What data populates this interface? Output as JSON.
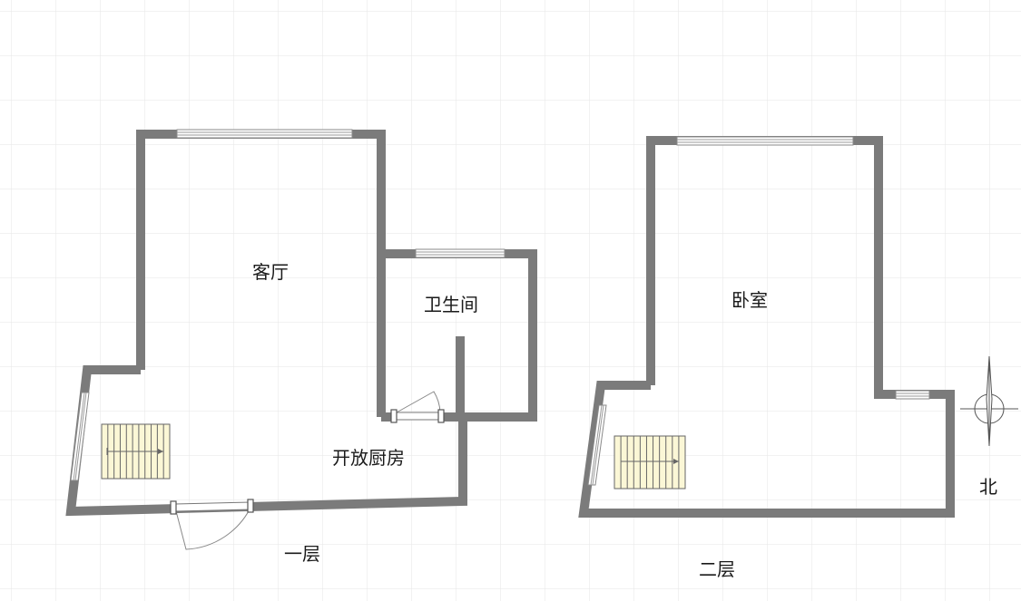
{
  "floors": [
    {
      "id": "floor-1",
      "label": "一层",
      "rooms": [
        {
          "id": "living-room",
          "label": "客厅"
        },
        {
          "id": "bathroom",
          "label": "卫生间"
        },
        {
          "id": "open-kitchen",
          "label": "开放厨房"
        }
      ]
    },
    {
      "id": "floor-2",
      "label": "二层",
      "rooms": [
        {
          "id": "bedroom",
          "label": "卧室"
        }
      ]
    }
  ],
  "compass": {
    "label": "北"
  },
  "colors": {
    "wall": "#7b7b7b",
    "grid": "#e6e6e6",
    "stairs": "#fbf7d6",
    "background": "#ffffff"
  }
}
